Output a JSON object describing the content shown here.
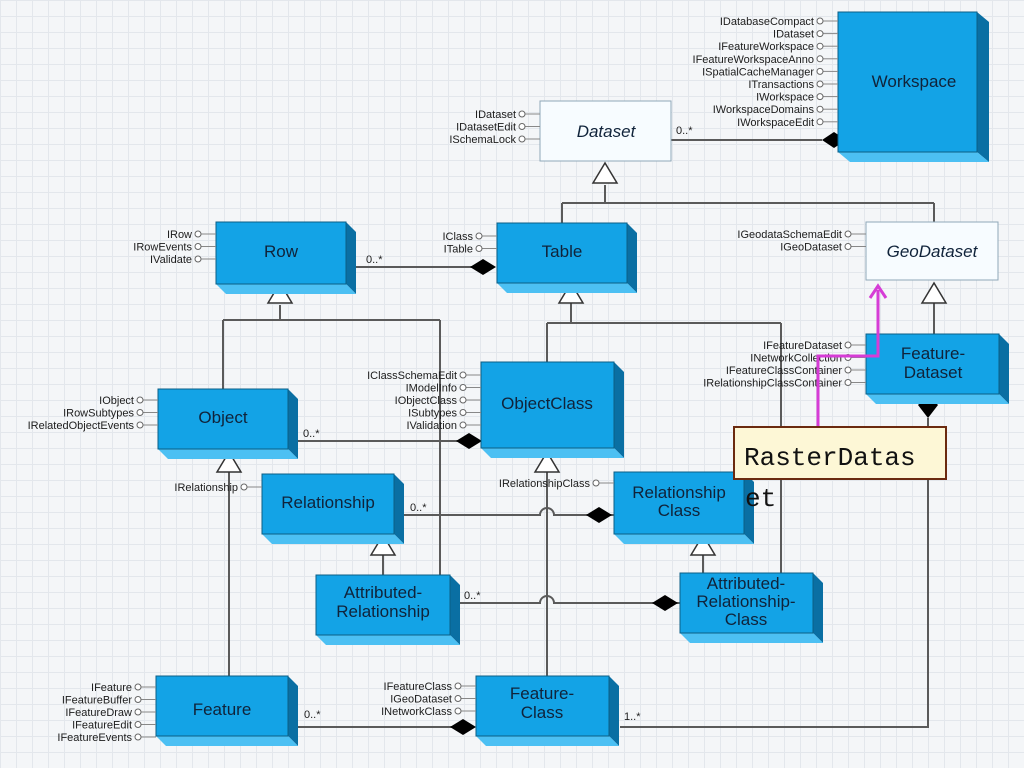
{
  "classes": {
    "workspace": "Workspace",
    "dataset": "Dataset",
    "row": "Row",
    "table": "Table",
    "geodataset": "GeoDataset",
    "object": "Object",
    "objectclass": "ObjectClass",
    "featuredataset": [
      "Feature-",
      "Dataset"
    ],
    "relationship": "Relationship",
    "relationshipclass": [
      "Relationship",
      "Class"
    ],
    "attributedrelationship": [
      "Attributed-",
      "Relationship"
    ],
    "attributedrelationshipclass": [
      "Attributed-",
      "Relationship-",
      "Class"
    ],
    "feature": "Feature",
    "featureclass": [
      "Feature-",
      "Class"
    ]
  },
  "interfaces": {
    "workspace": [
      "IDatabaseCompact",
      "IDataset",
      "IFeatureWorkspace",
      "IFeatureWorkspaceAnno",
      "ISpatialCacheManager",
      "ITransactions",
      "IWorkspace",
      "IWorkspaceDomains",
      "IWorkspaceEdit"
    ],
    "dataset": [
      "IDataset",
      "IDatasetEdit",
      "ISchemaLock"
    ],
    "row": [
      "IRow",
      "IRowEvents",
      "IValidate"
    ],
    "table": [
      "IClass",
      "ITable"
    ],
    "geodataset": [
      "IGeodataSchemaEdit",
      "IGeoDataset"
    ],
    "featuredataset": [
      "IFeatureDataset",
      "INetworkCollection",
      "IFeatureClassContainer",
      "IRelationshipClassContainer"
    ],
    "objectclass": [
      "IClassSchemaEdit",
      "IModelInfo",
      "IObjectClass",
      "ISubtypes",
      "IValidation"
    ],
    "object": [
      "IObject",
      "IRowSubtypes",
      "IRelatedObjectEvents"
    ],
    "relationship": [
      "IRelationship"
    ],
    "relationshipclass": [
      "IRelationshipClass"
    ],
    "feature": [
      "IFeature",
      "IFeatureBuffer",
      "IFeatureDraw",
      "IFeatureEdit",
      "IFeatureEvents"
    ],
    "featureclass": [
      "IFeatureClass",
      "IGeoDataset",
      "INetworkClass"
    ]
  },
  "multiplicities": {
    "dataset_workspace": "0..*",
    "row_table": "0..*",
    "object_objectclass": "0..*",
    "relationship_relationshipclass": "0..*",
    "attributed_attributedclass": "0..*",
    "feature_featureclass": "0..*",
    "featureclass_featuredataset": "1..*"
  },
  "callout": {
    "line1": "RasterDatas",
    "line2": "et"
  },
  "colors": {
    "box": "#13a3e6",
    "box_side": "#0a6fa3",
    "highlight": "#d63cd6",
    "callout_bg": "#fdf7d6"
  }
}
